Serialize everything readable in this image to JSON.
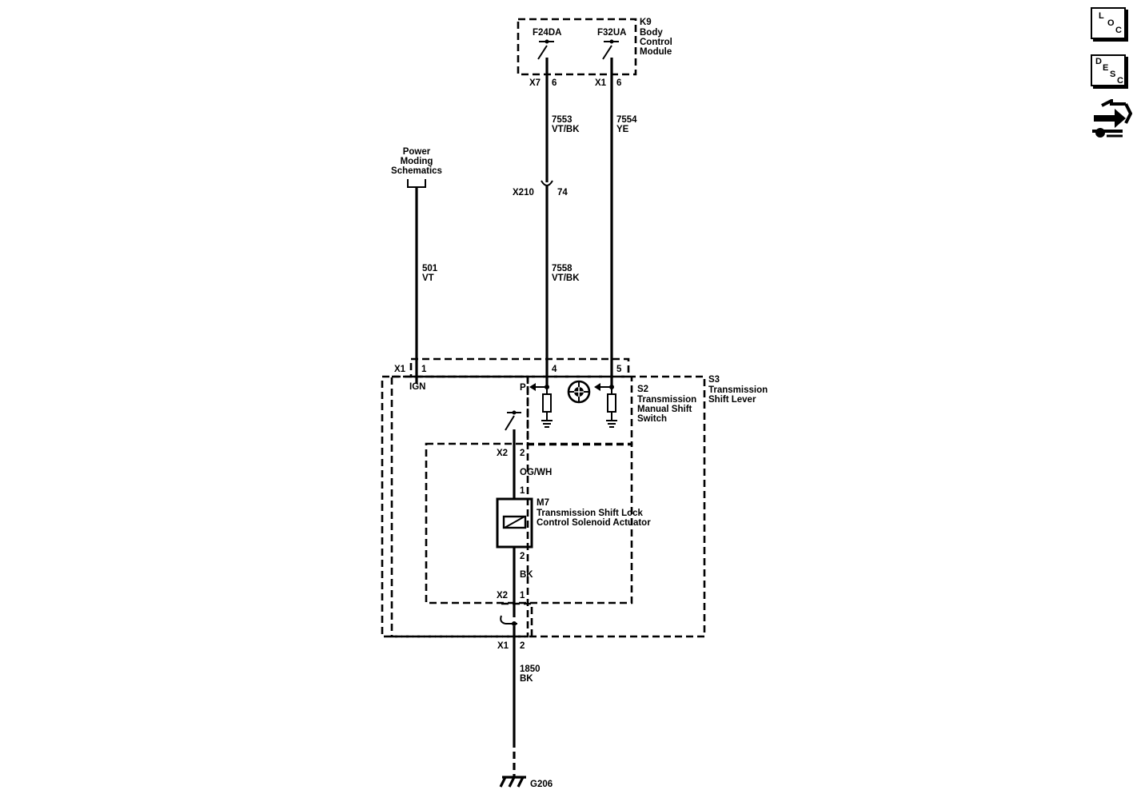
{
  "nav": {
    "loc": [
      "L",
      "O",
      "C"
    ],
    "desc": [
      "D",
      "E",
      "S",
      "C"
    ],
    "connector_icon": "wiring-connector-icon"
  },
  "k9": {
    "id": "K9",
    "name_lines": [
      "Body",
      "Control",
      "Module"
    ],
    "output_left": "F24DA",
    "output_right": "F32UA",
    "conn_left": "X7",
    "pin_left": "6",
    "conn_right": "X1",
    "pin_right": "6"
  },
  "wires": {
    "w7553_num": "7553",
    "w7553_color": "VT/BK",
    "w7554_num": "7554",
    "w7554_color": "YE",
    "w7558_num": "7558",
    "w7558_color": "VT/BK",
    "w501_num": "501",
    "w501_color": "VT",
    "og_wh": "OG/WH",
    "bk": "BK",
    "w1850_num": "1850",
    "w1850_color": "BK"
  },
  "inline": {
    "id": "X210",
    "pin": "74"
  },
  "power_ref": {
    "lines": [
      "Power",
      "Moding",
      "Schematics"
    ]
  },
  "s3": {
    "id": "S3",
    "name_lines": [
      "Transmission",
      "Shift Lever"
    ],
    "x1_conn": "X1",
    "pin1": "1",
    "pin4": "4",
    "pin5": "5",
    "pin2": "2",
    "ign": "IGN",
    "p": "P"
  },
  "s2": {
    "id": "S2",
    "name_lines": [
      "Transmission",
      "Manual Shift",
      "Switch"
    ]
  },
  "m7": {
    "id": "M7",
    "name_lines": [
      "Transmission Shift Lock",
      "Control Solenoid Actuator"
    ],
    "x2_conn_top": "X2",
    "x2_pin_top": "2",
    "pin1": "1",
    "pin2": "2",
    "x2_conn_bottom": "X2",
    "x2_pin_bottom": "1"
  },
  "ground": {
    "id": "G206"
  }
}
